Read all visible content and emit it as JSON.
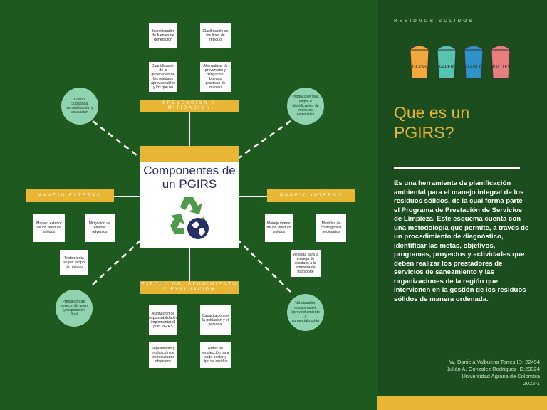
{
  "diagram": {
    "center_title": "Componentes de un PGIRS",
    "bars": {
      "prevencion": "PREVENCION Y MITIGACION",
      "externo": "MANEJO EXTERNO",
      "interno": "MANEJO INTERNO",
      "ejecucion": "EJECUCION, SEGUIMIENTO Y EVALUACION"
    },
    "bubbles": {
      "cultura": "Cultura ciudadana, sensibilización y educación",
      "produccion": "Producción mas limpia e identificación de residuos especiales",
      "prestacion": "Prestación del servicio de aseo y disposición final",
      "valorizacion": "Valorización, recuperación, aprovechamiento y comercialización"
    },
    "notes": {
      "identificacion": "Identificación de fuentes de generación",
      "clasificacion": "Clasificación de los tipos de residuo",
      "cuantificacion": "Cuantificación de la generación de los residuos aprovechables y los que no",
      "alternativas": "Alternativas de prevención y mitigación, buenas practicas de manejo",
      "manejo_exterior": "Manejo exterior de los residuos solidos",
      "mitigacion": "Mitigación de efectos adversos",
      "tratamiento": "Tratamiento segun el tipo de residuo",
      "manejo_interno": "Manejo interno de los residuos solidos",
      "medidas_contingencia": "Medidas de contingencia necesarias",
      "medidas_entrega": "Medidas para la entrega de residuos a la empresa de transporte",
      "asignacion": "Asignación de responsabilidades, implementar el plan PGIRS",
      "capacitacion": "Capacitación de la población y el personal",
      "seguimiento": "Seguimiento y evaluación de los resultados obtenidos",
      "rutas": "Rutas de recolección para cada sector y tipo de residuo"
    }
  },
  "sidebar": {
    "tag": "RESIDUOS SOLIDOS",
    "bins": [
      "GLASS",
      "PAPER",
      "PLASTIC",
      "BOTTLES"
    ],
    "bin_colors": [
      "#f2a93b",
      "#58c3b0",
      "#2f93c9",
      "#e87f7f"
    ],
    "heading": "Que es un PGIRS?",
    "paragraph": "Es una herramienta de planificación ambiental para el manejo integral de los residuos sólidos, de la cual forma parte el Programa de Prestación de Servicios de Limpieza. Este esquema cuenta con una metodología que permite, a través de un procedimiento de diagnóstico, identificar las metas, objetivos, programas, proyectos y actividades que deben realizar los prestadores de servicios de saneamiento y las organizaciones de la región que intervienen en la gestión de los residuos sólidos de manera ordenada.",
    "credits": [
      "W. Daniela Valbuena Torres ID: 22494",
      "Julián A. Gonzalez Rodriguez ID:23324",
      "Universidad Agraria de Colombia",
      "2022-1"
    ]
  },
  "colors": {
    "background": "#1e5a20",
    "accent": "#e9b534",
    "bubble": "#8fd3b1",
    "title": "#2a2e66"
  }
}
